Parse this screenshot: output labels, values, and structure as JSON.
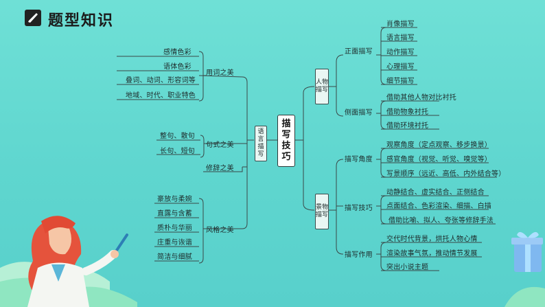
{
  "title": "题型知识",
  "center": "描写技巧",
  "left_branch": {
    "label": "语言描写",
    "groups": [
      {
        "label": "用词之美",
        "items": [
          "感情色彩",
          "语体色彩",
          "叠词、动词、形容词等",
          "地域、时代、职业特色"
        ]
      },
      {
        "label": "句式之美",
        "items": [
          "整句、散句",
          "长句、短句"
        ]
      },
      {
        "label": "修辞之美",
        "items": []
      },
      {
        "label": "风格之美",
        "items": [
          "豪放与柔婉",
          "直露与含蓄",
          "质朴与华丽",
          "庄重与诙谐",
          "简洁与细腻"
        ]
      }
    ]
  },
  "right_branches": [
    {
      "label": "人物描写",
      "groups": [
        {
          "label": "正面描写",
          "items": [
            "肖像描写",
            "语言描写",
            "动作描写",
            "心理描写",
            "细节描写"
          ]
        },
        {
          "label": "侧面描写",
          "items": [
            "借助其他人物对比衬托",
            "借助物象衬托",
            "借助环境衬托"
          ]
        }
      ]
    },
    {
      "label": "景物描写",
      "groups": [
        {
          "label": "描写角度",
          "items": [
            "观察角度（定点观察、移步换景）",
            "感官角度（视觉、听觉、嗅觉等）",
            "写景顺序（远近、高低、内外结合等）"
          ]
        },
        {
          "label": "描写技巧",
          "items": [
            "动静结合、虚实结合、正侧结合",
            "点面结合、色彩渲染、细描、白描",
            "借助比喻、拟人、夸张等修辞手法"
          ]
        },
        {
          "label": "描写作用",
          "items": [
            "交代时代背景，烘托人物心情",
            "渲染故事气氛，推动情节发展",
            "突出小说主题"
          ]
        }
      ]
    }
  ]
}
